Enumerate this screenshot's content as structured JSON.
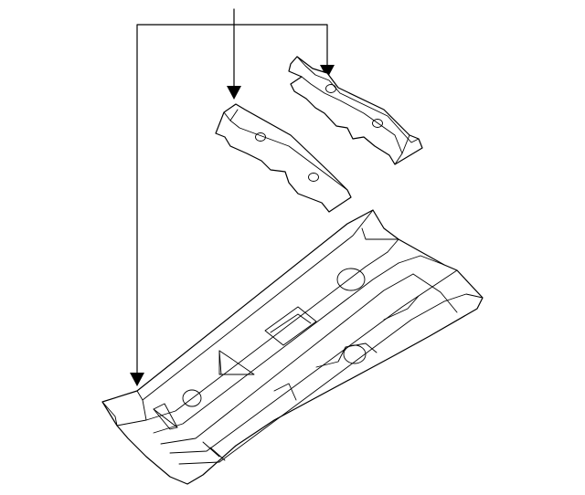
{
  "diagram": {
    "type": "exploded-parts-illustration",
    "background_color": "#ffffff",
    "line_color": "#000000",
    "parts": [
      {
        "name": "rear-cross-member-bracket",
        "holes": 2
      },
      {
        "name": "front-cross-member-bracket",
        "holes": 2
      },
      {
        "name": "floor-pan",
        "holes": 3
      }
    ],
    "callouts": 3
  }
}
